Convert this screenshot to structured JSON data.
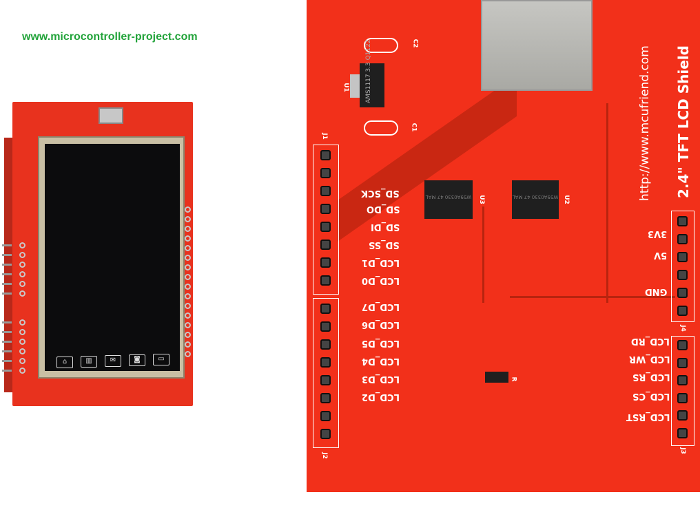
{
  "watermark": "www.microcontroller-project.com",
  "left_module": {
    "screen_icons": [
      "home-icon",
      "book-icon",
      "mail-icon",
      "camera-icon",
      "monitor-icon"
    ],
    "icon_glyphs": [
      "⌂",
      "▥",
      "✉",
      "◙",
      "▭"
    ]
  },
  "board": {
    "url": "http://www.mcufriend.com",
    "title": "2.4\" TFT LCD Shield",
    "regulator": {
      "ref": "U1",
      "line1": "AMS1117",
      "line2": "3.3 Q1122"
    },
    "caps": [
      "C1",
      "C2"
    ],
    "chips": [
      {
        "ref": "U3",
        "marking": "W59A0330 47 MAL"
      },
      {
        "ref": "U2",
        "marking": "W59A0330 47 MAL"
      }
    ],
    "headers": {
      "J1": "J1",
      "J2": "J2",
      "J3": "J3",
      "J4": "J4"
    },
    "j1_labels": [
      "SD_SCK",
      "SD_DO",
      "SD_DI",
      "SD_SS",
      "LCD_D1",
      "LCD_D0"
    ],
    "j2_labels": [
      "LCD_D7",
      "LCD_D6",
      "LCD_D5",
      "LCD_D4",
      "LCD_D3",
      "LCD_D2"
    ],
    "j4_labels": [
      "3V3",
      "5V",
      "GND"
    ],
    "j3_labels": [
      "LCD_RD",
      "LCD_WR",
      "LCD_RS",
      "LCD_CS",
      "LCD_RST"
    ],
    "resistor_ref": "R",
    "colors": {
      "pcb": "#f2301a",
      "trace": "#b8240f",
      "watermark": "#22a33a"
    }
  }
}
